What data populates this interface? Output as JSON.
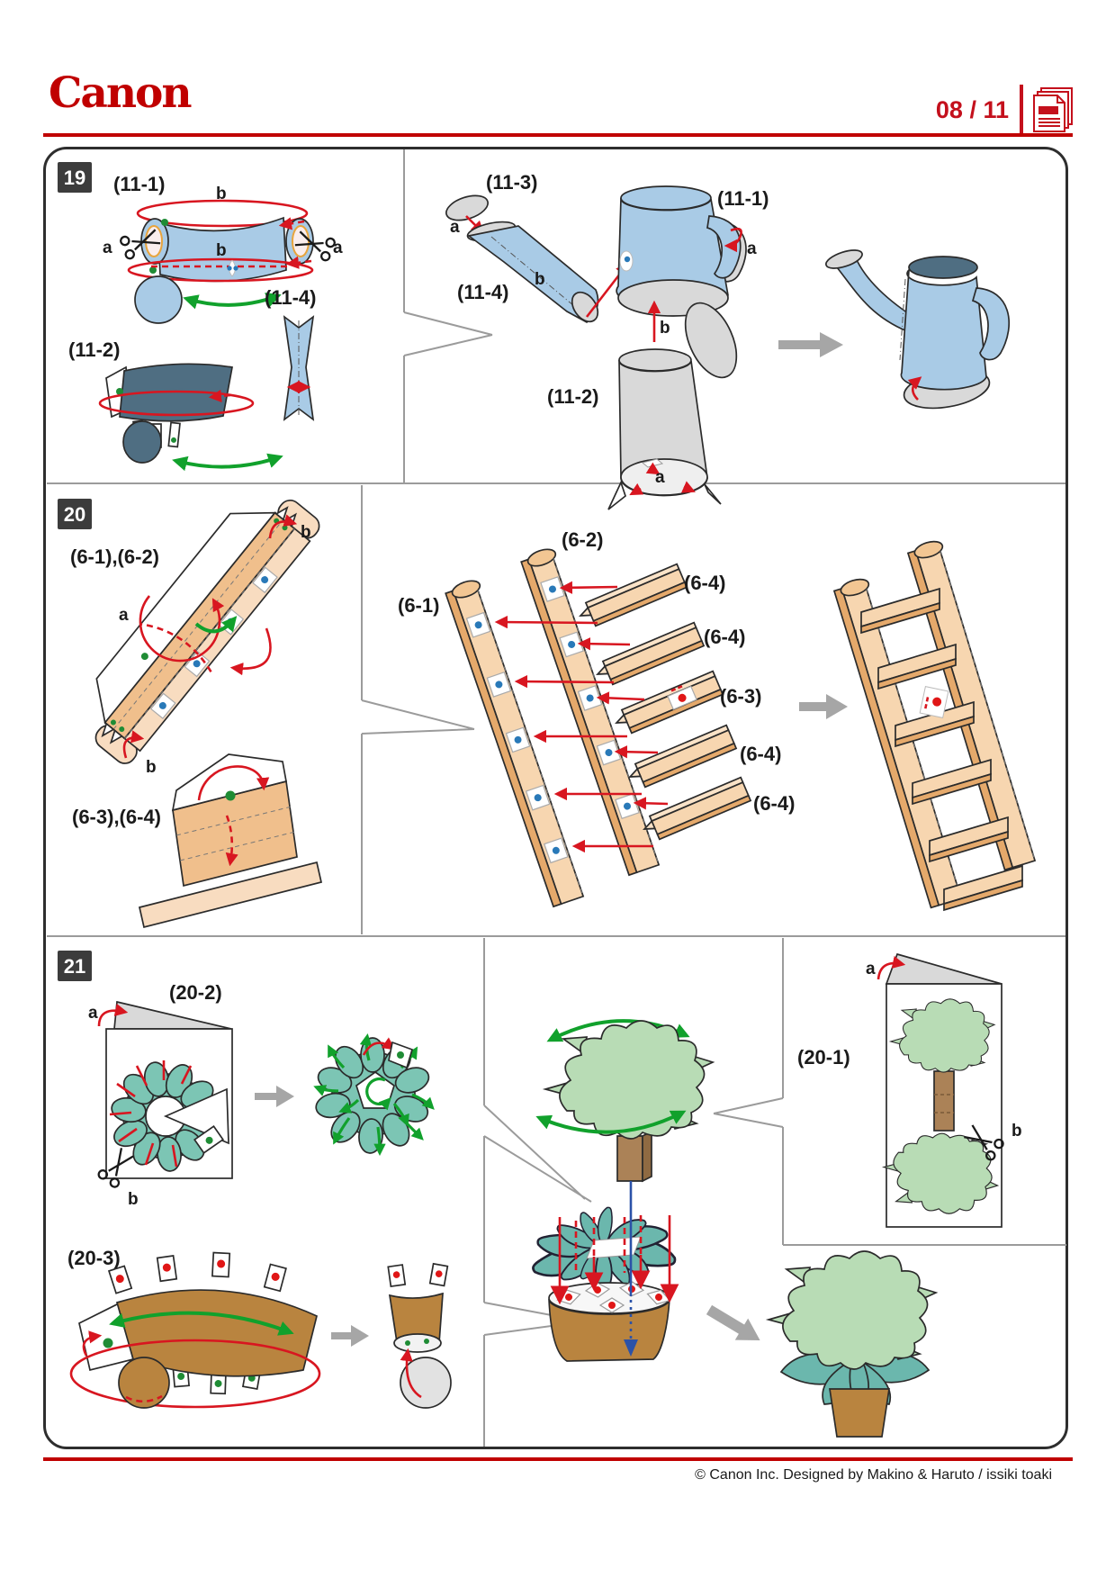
{
  "header": {
    "brand": "Canon",
    "page_indicator": "08 / 11"
  },
  "footer": {
    "credit": "© Canon Inc. Designed by Makino & Haruto / issiki toaki"
  },
  "icons": {
    "pages_icon": "stacked-pages",
    "scissors_icon": "scissors"
  },
  "colors": {
    "accent_red": "#c00000",
    "arrow_red": "#d81620",
    "arrow_green": "#11a12c",
    "arrow_blue": "#2b52a8",
    "paper_blue": "#a9cbe6",
    "slate_blue": "#4f6e82",
    "wood_tan": "#f0bf8c",
    "leaf_teal": "#7cc5b4",
    "foliage_green": "#b8dcb5",
    "pot_brown": "#b9843f",
    "gray_paper": "#d9d9d9"
  },
  "steps": {
    "s19": {
      "number": "19",
      "labels": {
        "part_11_1": "(11-1)",
        "part_11_2": "(11-2)",
        "part_11_3": "(11-3)",
        "part_11_4": "(11-4)",
        "mark_a": "a",
        "mark_b": "b"
      }
    },
    "s20": {
      "number": "20",
      "labels": {
        "parts_6_1_6_2": "(6-1),(6-2)",
        "parts_6_3_6_4": "(6-3),(6-4)",
        "part_6_1": "(6-1)",
        "part_6_2": "(6-2)",
        "part_6_3": "(6-3)",
        "part_6_4": "(6-4)",
        "mark_a": "a",
        "mark_b": "b"
      }
    },
    "s21": {
      "number": "21",
      "labels": {
        "part_20_1": "(20-1)",
        "part_20_2": "(20-2)",
        "part_20_3": "(20-3)",
        "mark_a": "a",
        "mark_b": "b"
      }
    }
  }
}
